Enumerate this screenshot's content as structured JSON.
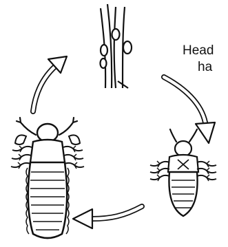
{
  "diagram": {
    "caption_lines": [
      "Head",
      "ha"
    ],
    "stages": [
      "nits-on-hair",
      "nymph",
      "adult-louse"
    ],
    "colors": {
      "ink": "#111111",
      "background": "#ffffff"
    }
  }
}
